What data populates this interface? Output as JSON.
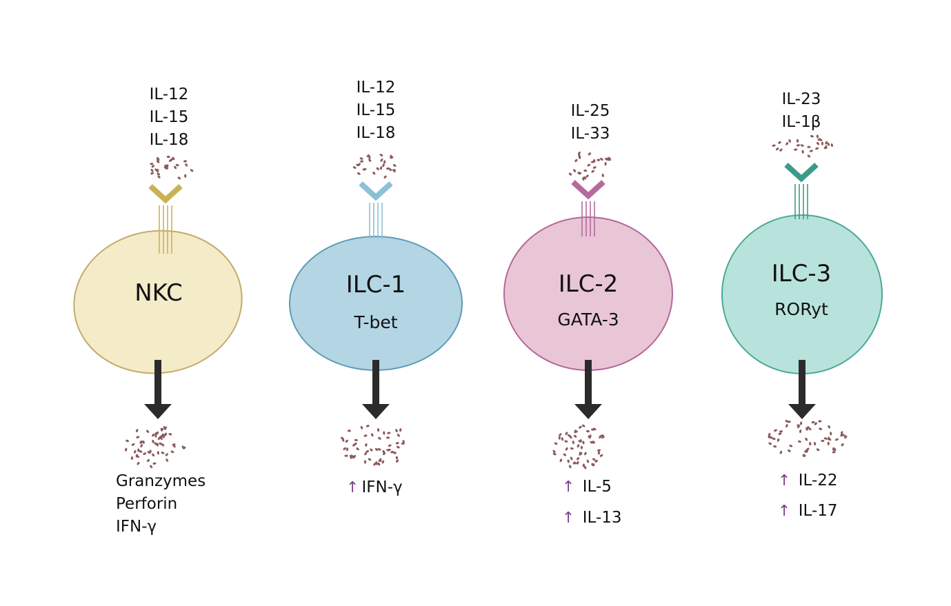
{
  "colors": {
    "nkc": {
      "fill": "#f4ebc9",
      "stroke": "#c2ab6a",
      "receptor": "#c9b254"
    },
    "ilc1": {
      "fill": "#b4d5e4",
      "stroke": "#5e9bb5",
      "receptor": "#8cc0d6"
    },
    "ilc2": {
      "fill": "#e9c6d6",
      "stroke": "#b4669a",
      "receptor": "#b66a9c"
    },
    "ilc3": {
      "fill": "#b8e3dc",
      "stroke": "#4aa896",
      "receptor": "#3a9c88"
    },
    "arrow": "#2b2b2b",
    "dots": "#8c5a5a",
    "up_arrow": "#7b3f8c"
  },
  "cells": [
    {
      "name": "NKC",
      "tf": "",
      "inputs": [
        "IL-12",
        "IL-15",
        "IL-18"
      ],
      "outputs": [
        "Granzymes",
        "Perforin",
        "IFN-γ"
      ],
      "outputs_upregulated": false
    },
    {
      "name": "ILC-1",
      "tf": "T-bet",
      "inputs": [
        "IL-12",
        "IL-15",
        "IL-18"
      ],
      "outputs": [
        "IFN-γ"
      ],
      "outputs_upregulated": true
    },
    {
      "name": "ILC-2",
      "tf": "GATA-3",
      "inputs": [
        "IL-25",
        "IL-33"
      ],
      "outputs": [
        "IL-5",
        "IL-13"
      ],
      "outputs_upregulated": true
    },
    {
      "name": "ILC-3",
      "tf": "RORyt",
      "inputs": [
        "IL-23",
        "IL-1β"
      ],
      "outputs": [
        "IL-22",
        "IL-17"
      ],
      "outputs_upregulated": true
    }
  ],
  "icons": {
    "upregulation": "up-arrow-icon",
    "receptor": "receptor-icon",
    "cytokine_cloud": "dot-cloud-icon"
  }
}
